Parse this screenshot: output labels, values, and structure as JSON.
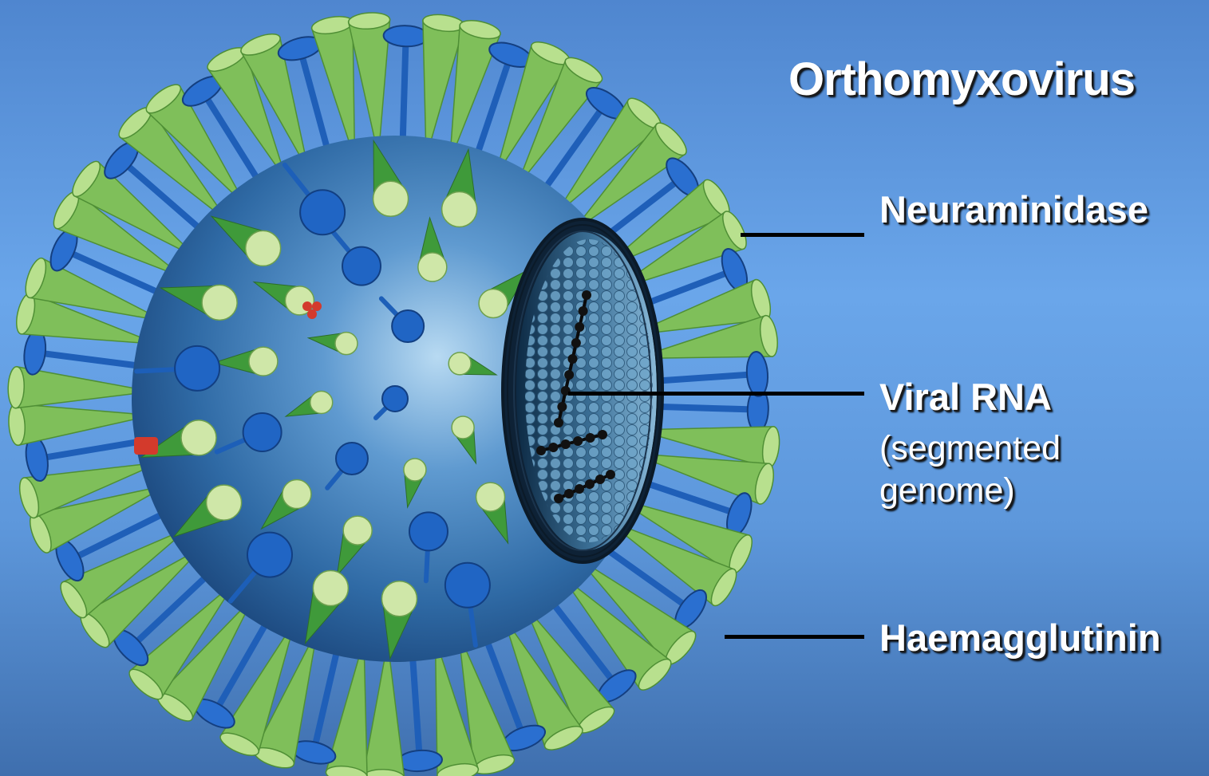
{
  "title": "Orthomyxovirus",
  "labels": {
    "neuraminidase": "Neuraminidase",
    "viral_rna": "Viral RNA",
    "viral_rna_sub": "(segmented genome)",
    "haemagglutinin": "Haemagglutinin"
  },
  "colors": {
    "background": "#5d97db",
    "envelope": "#3c77b3",
    "haemagglutinin_spike": "#7fbf5a",
    "neuraminidase_spike": "#1f5fb8",
    "label_text": "#ffffff",
    "leader_line": "#000000"
  },
  "icons": {
    "virus": "virus-particle-illustration"
  }
}
